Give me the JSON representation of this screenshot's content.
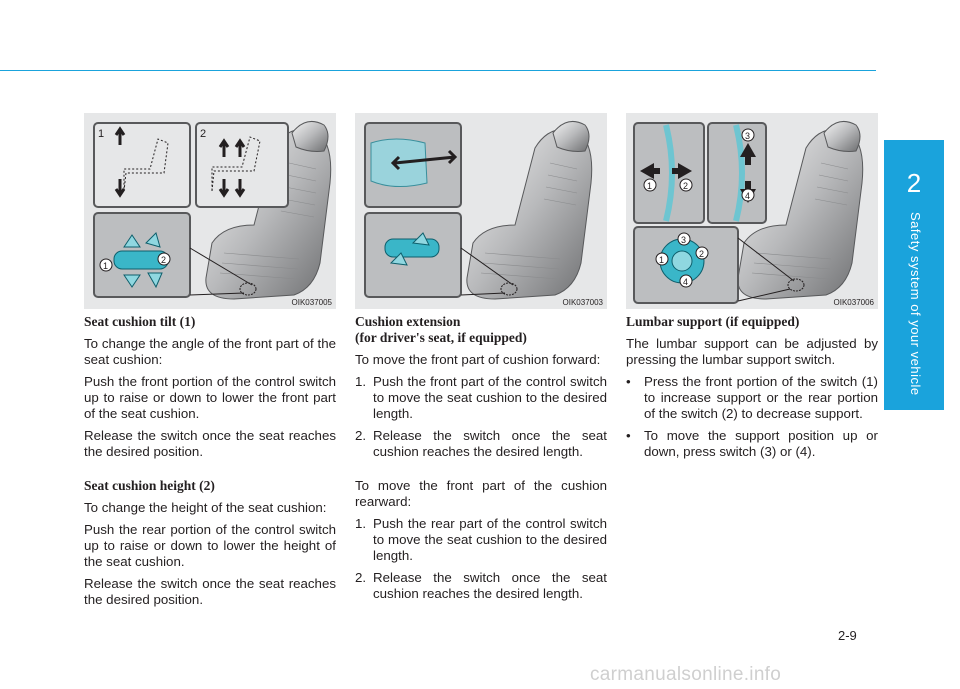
{
  "page": {
    "number": "2-9",
    "watermark": "carmanualsonline.info"
  },
  "side_tab": {
    "number": "2",
    "label": "Safety system of your vehicle"
  },
  "figures": [
    {
      "code": "OIK037005",
      "callouts": [
        "1",
        "2",
        "1",
        "2"
      ]
    },
    {
      "code": "OIK037003"
    },
    {
      "code": "OIK037006",
      "callouts": [
        "1",
        "2",
        "3",
        "4",
        "1",
        "2",
        "3",
        "4"
      ]
    }
  ],
  "col1": {
    "h1": "Seat cushion tilt (1)",
    "p1": "To change the angle of the front part of the seat cushion:",
    "p2": "Push the front portion of the control switch up to raise or down to lower the front part of the seat cushion.",
    "p3": "Release the switch once the seat reaches the desired position.",
    "h2": "Seat cushion height (2)",
    "p4": "To change the height of the seat cushion:",
    "p5": "Push the rear portion of the control switch up to raise or down to lower the height of the seat cushion.",
    "p6": "Release the switch once the seat reaches the desired position."
  },
  "col2": {
    "h1": "Cushion extension",
    "h1b": "(for driver's seat, if equipped)",
    "p1": "To move the front part of cushion forward:",
    "l1n": "1.",
    "l1": "Push the front part of the control switch to move the seat cushion to the desired length.",
    "l2n": "2.",
    "l2": "Release the switch once the seat cushion reaches the desired length.",
    "p2": "To move the front part of the cushion rearward:",
    "l3n": "1.",
    "l3": "Push the rear part of the control switch to move the seat cushion to the desired length.",
    "l4n": "2.",
    "l4": "Release the switch once the seat cushion reaches the desired length."
  },
  "col3": {
    "h1": "Lumbar support (if equipped)",
    "p1": "The lumbar support can be adjusted by pressing the lumbar support switch.",
    "b1": "Press the front portion of the switch (1) to increase support or the rear portion of the switch (2) to decrease support.",
    "b2": "To move the support position up or down, press switch (3) or (4).",
    "bullet": "•"
  }
}
